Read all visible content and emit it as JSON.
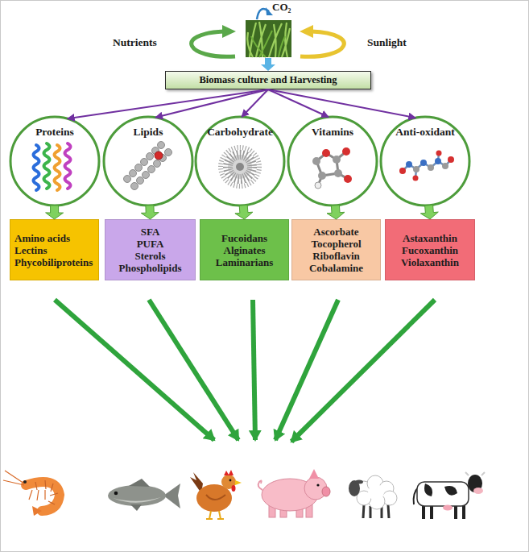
{
  "diagram": {
    "nodes": [
      {
        "text": [
          "Biomass culture and Harvesting"
        ]
      },
      {
        "text": [
          "Proteins"
        ]
      },
      {
        "text": [
          "Lipids"
        ]
      },
      {
        "text": [
          "Carbohydrate"
        ]
      },
      {
        "text": [
          "Vitamins"
        ]
      },
      {
        "text": [
          "Anti-oxidant"
        ]
      },
      {
        "text": [
          "Amino acids",
          "Lectins",
          "Phycobiliproteins"
        ]
      },
      {
        "text": [
          "SFA",
          "PUFA",
          "Sterols",
          "Phospholipids"
        ]
      },
      {
        "text": [
          "Fucoidans",
          "Alginates",
          "Laminarians"
        ]
      },
      {
        "text": [
          "Ascorbate",
          "Tocopherol",
          "Riboflavin",
          "Cobalamine"
        ]
      },
      {
        "text": [
          "Astaxanthin",
          "Fucoxanthin",
          "Violaxanthin"
        ]
      }
    ],
    "edges": [
      {
        "from": 0,
        "to": 1,
        "arrow": "to"
      },
      {
        "from": 0,
        "to": 2,
        "arrow": "to"
      },
      {
        "from": 0,
        "to": 3,
        "arrow": "to"
      },
      {
        "from": 0,
        "to": 4,
        "arrow": "to"
      },
      {
        "from": 0,
        "to": 5,
        "arrow": "to"
      },
      {
        "from": 1,
        "to": 6,
        "arrow": "to"
      },
      {
        "from": 2,
        "to": 7,
        "arrow": "to"
      },
      {
        "from": 3,
        "to": 8,
        "arrow": "to"
      },
      {
        "from": 4,
        "to": 9,
        "arrow": "to"
      },
      {
        "from": 5,
        "to": 10,
        "arrow": "to"
      }
    ],
    "labels": [
      "CO₂",
      "Nutrients",
      "Sunlight"
    ]
  }
}
